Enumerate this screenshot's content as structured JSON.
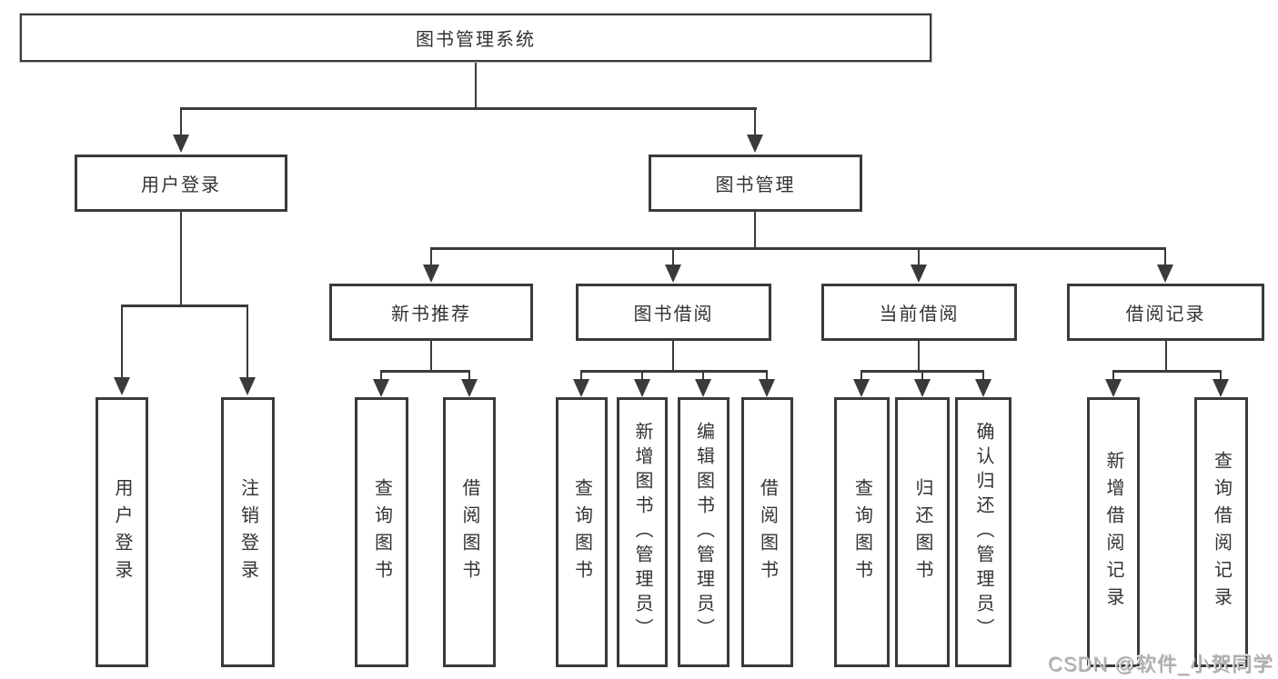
{
  "tree": {
    "root": {
      "label": "图书管理系统"
    },
    "branches": [
      {
        "label": "用户登录",
        "children": [
          {
            "label": "用户登录"
          },
          {
            "label": "注销登录"
          }
        ]
      },
      {
        "label": "图书管理",
        "children": [
          {
            "label": "新书推荐",
            "children": [
              {
                "label": "查询图书"
              },
              {
                "label": "借阅图书"
              }
            ]
          },
          {
            "label": "图书借阅",
            "children": [
              {
                "label": "查询图书"
              },
              {
                "label": "新增图书（管理员）"
              },
              {
                "label": "编辑图书（管理员）"
              },
              {
                "label": "借阅图书"
              }
            ]
          },
          {
            "label": "当前借阅",
            "children": [
              {
                "label": "查询图书"
              },
              {
                "label": "归还图书"
              },
              {
                "label": "确认归还（管理员）"
              }
            ]
          },
          {
            "label": "借阅记录",
            "children": [
              {
                "label": "新增借阅记录"
              },
              {
                "label": "查询借阅记录"
              }
            ]
          }
        ]
      }
    ]
  },
  "watermark": "CSDN @软件_小贺同学",
  "colors": {
    "line": "#3a3a3a",
    "box_border": "#3a3a3a",
    "text": "#333333",
    "background": "#ffffff",
    "watermark": "#b4b4b4"
  }
}
